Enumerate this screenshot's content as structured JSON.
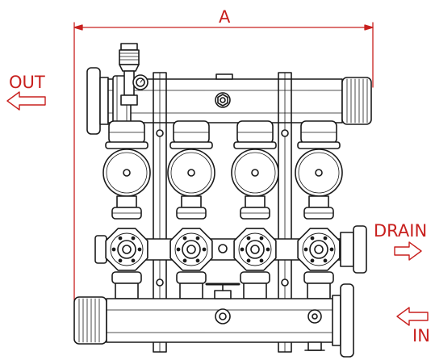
{
  "labels": {
    "dimension": "A",
    "outlet": "OUT",
    "drain": "DRAIN",
    "inlet": "IN"
  },
  "colors": {
    "annotation": "#c8201e",
    "line": "#1a1a1a",
    "background": "#ffffff"
  },
  "valve_count": 4,
  "icons": [
    "arrow-left-icon",
    "arrow-right-icon",
    "pressure-gauge-icon",
    "air-release-valve-icon",
    "ball-valve-icon"
  ]
}
